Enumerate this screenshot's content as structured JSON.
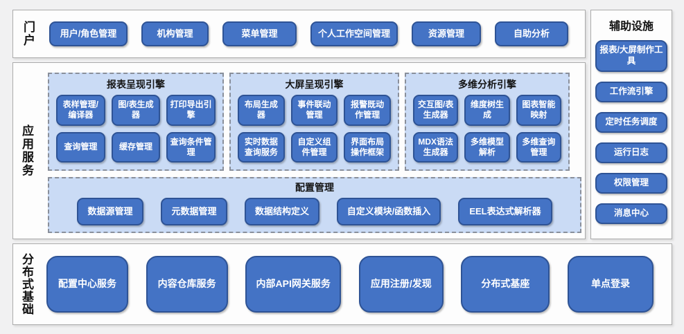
{
  "colors": {
    "page_bg": "#f1f1f2",
    "section_bg": "#fdfdfd",
    "section_border": "#ababab",
    "node_fill": "#4473c5",
    "node_border": "#2e5395",
    "node_text": "#ffffff",
    "panel_fill": "#cadbf5",
    "panel_dash_border": "#898f9b",
    "label_text": "#121212"
  },
  "portal": {
    "label": "门户",
    "buttons": [
      "用户/角色管理",
      "机构管理",
      "菜单管理",
      "个人工作空间管理",
      "资源管理",
      "自助分析"
    ]
  },
  "app_services": {
    "label": "应用服务",
    "engines": [
      {
        "title": "报表呈现引擎",
        "buttons": [
          "表样管理/编译器",
          "图/表生成器",
          "打印导出引擎",
          "查询管理",
          "缓存管理",
          "查询条件管理"
        ]
      },
      {
        "title": "大屏呈现引擎",
        "buttons": [
          "布局生成器",
          "事件联动管理",
          "报警既动作管理",
          "实时数据查询服务",
          "自定义组件管理",
          "界面布局操作框架"
        ]
      },
      {
        "title": "多维分析引擎",
        "buttons": [
          "交互图/表生成器",
          "维度树生成",
          "图表智能映射",
          "MDX语法生成器",
          "多维模型解析",
          "多维查询管理"
        ]
      }
    ],
    "config": {
      "title": "配置管理",
      "buttons": [
        "数据源管理",
        "元数据管理",
        "数据结构定义",
        "自定义模块/函数插入",
        "EEL表达式解析器"
      ]
    }
  },
  "auxiliary": {
    "title": "辅助设施",
    "buttons": [
      "报表/大屏制作工具",
      "工作流引擎",
      "定时任务调度",
      "运行日志",
      "权限管理",
      "消息中心"
    ]
  },
  "foundation": {
    "label": "分布式基础",
    "buttons": [
      "配置中心服务",
      "内容仓库服务",
      "内部API网关服务",
      "应用注册/发现",
      "分布式基座",
      "单点登录"
    ]
  }
}
